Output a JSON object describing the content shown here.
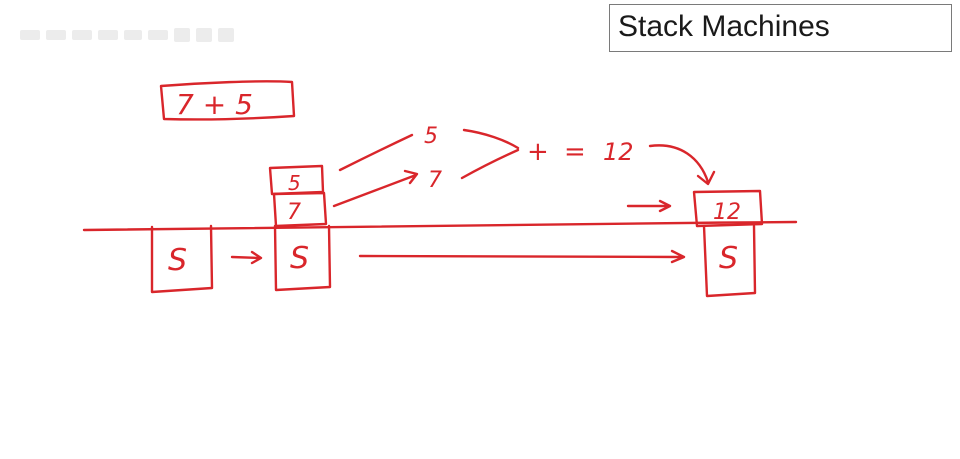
{
  "slide": {
    "title": "Stack Machines",
    "ink_color": "#d9262b"
  },
  "diagram": {
    "expression": "7 + 5",
    "initial_stack": {
      "bottom_label": "S"
    },
    "pushed_stack": {
      "top_cell": "5",
      "second_cell": "7",
      "bottom_label": "S"
    },
    "popped_values": {
      "first": "5",
      "second": "7"
    },
    "operation": {
      "operator": "+",
      "equals": "=",
      "result": "12"
    },
    "final_stack": {
      "top_cell": "12",
      "bottom_label": "S"
    }
  }
}
